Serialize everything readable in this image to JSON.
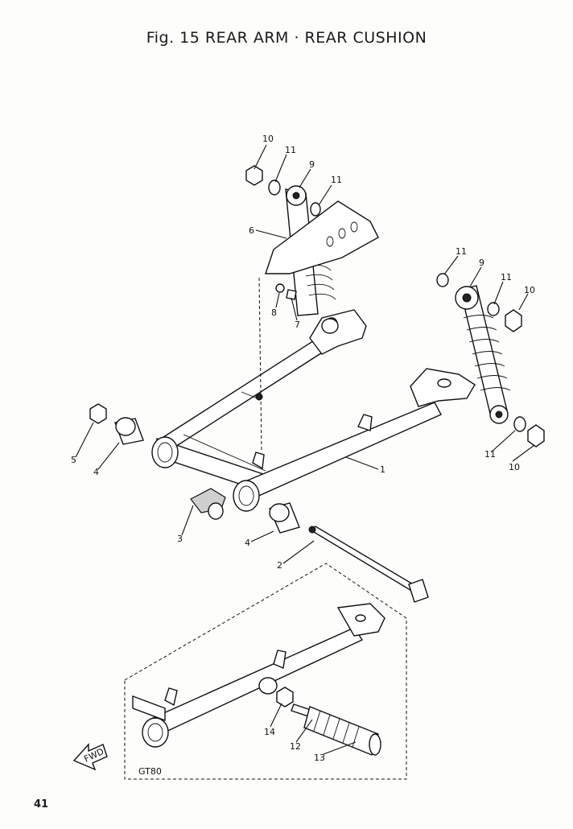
{
  "title": "Fig. 15 REAR ARM · REAR CUSHION",
  "page_number": "41",
  "variant_label": "GT80",
  "fwd_label": "FWD",
  "callouts": {
    "c1": "1",
    "c2": "2",
    "c3": "3",
    "c4a": "4",
    "c4b": "4",
    "c5": "5",
    "c6": "6",
    "c7": "7",
    "c8": "8",
    "c9a": "9",
    "c9b": "9",
    "c10a": "10",
    "c10b": "10",
    "c10c": "10",
    "c11a": "11",
    "c11b": "11",
    "c11c": "11",
    "c11d": "11",
    "c11e": "11",
    "c12": "12",
    "c13": "13",
    "c14": "14"
  }
}
